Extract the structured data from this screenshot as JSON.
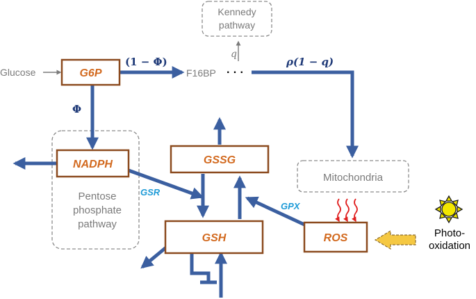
{
  "colors": {
    "node_border": "#8b4a1e",
    "node_text": "#d2691e",
    "arrow": "#3b5fa0",
    "enzyme_text": "#1e9bd7",
    "gray_text": "#7a7a7a",
    "math_text": "#1f3a78",
    "dashed_border": "#8c8c8c",
    "ros_arrows": "#e02020",
    "sun_fill": "#f2e600",
    "photo_arrow_fill": "#f5c842"
  },
  "nodes": {
    "g6p": "G6P",
    "nadph": "NADPH",
    "gssg": "GSSG",
    "gsh": "GSH",
    "ros": "ROS"
  },
  "labels": {
    "glucose": "Glucose",
    "f16bp": "F16BP",
    "dots": "· · ·",
    "kennedy_line1": "Kennedy",
    "kennedy_line2": "pathway",
    "q": "q",
    "mitochondria": "Mitochondria",
    "pentose_line1": "Pentose",
    "pentose_line2": "phosphate",
    "pentose_line3": "pathway",
    "photo_line1": "Photo-",
    "photo_line2": "oxidation"
  },
  "math": {
    "one_minus_phi": "(1 − Φ)",
    "phi": "Φ",
    "rho_one_minus_q": "ρ(1 − q)"
  },
  "enzymes": {
    "gsr": "GSR",
    "gpx": "GPX"
  }
}
